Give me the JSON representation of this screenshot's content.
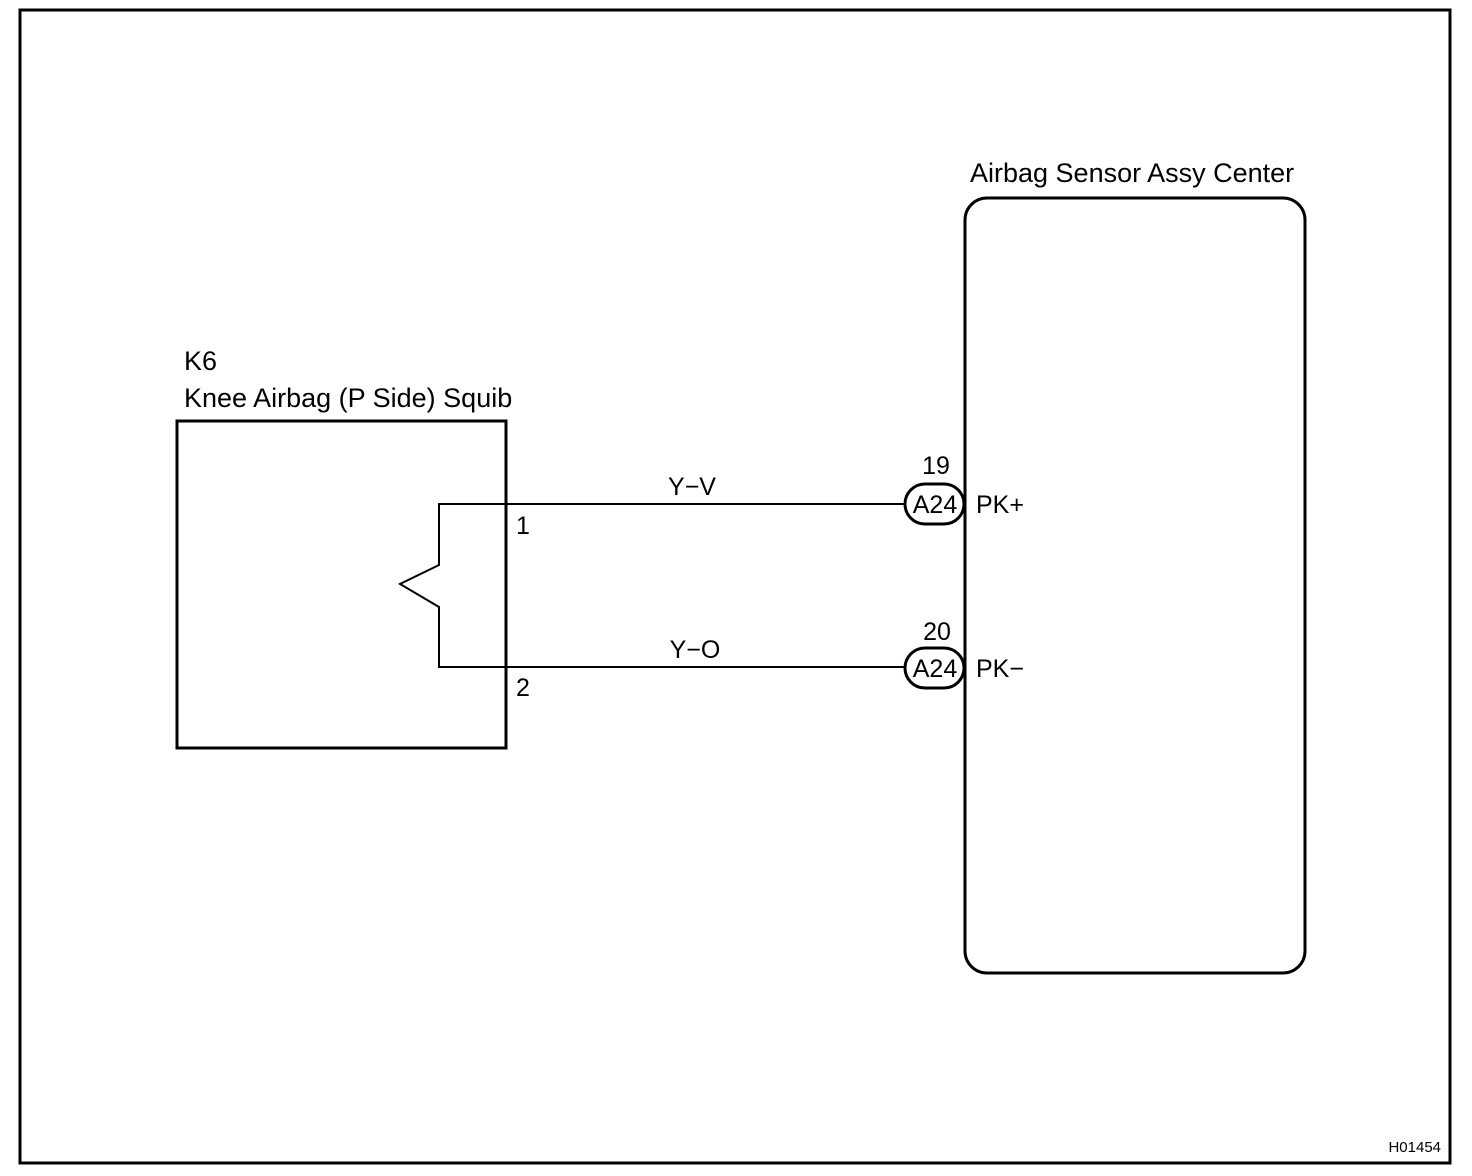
{
  "ecu": {
    "name": "Airbag Sensor Assy Center",
    "terminals": [
      {
        "pin": "19",
        "connector": "A24",
        "signal": "PK+"
      },
      {
        "pin": "20",
        "connector": "A24",
        "signal": "PK−"
      }
    ]
  },
  "squib": {
    "code": "K6",
    "name": "Knee Airbag (P Side) Squib",
    "pins": [
      "1",
      "2"
    ]
  },
  "wires": [
    {
      "color_code": "Y−V"
    },
    {
      "color_code": "Y−O"
    }
  ],
  "figure_id": "H01454"
}
